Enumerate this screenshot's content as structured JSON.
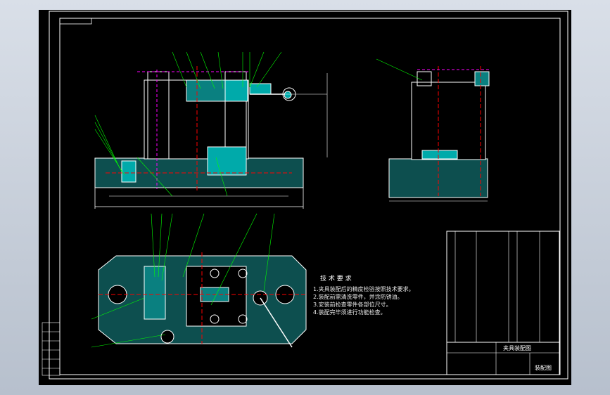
{
  "tech_requirements": {
    "title": "技 术 要 求",
    "items": [
      "1.夹具装配后的精度检验按照技术要求。",
      "2.装配前需清洗零件，并涂防锈油。",
      "3.安装前检查零件各部位尺寸。",
      "4.装配完毕须进行功能检查。"
    ]
  },
  "title_block": {
    "drawing_name": "夹具装配图",
    "company": "装配图"
  },
  "colors": {
    "outline": "#ffffff",
    "part_fill": "#00a0a0",
    "hatch": "#00ff00",
    "center": "#ff0000",
    "dims": "#ff00ff",
    "leader": "#00ff00",
    "balloon": "#ffff00"
  }
}
